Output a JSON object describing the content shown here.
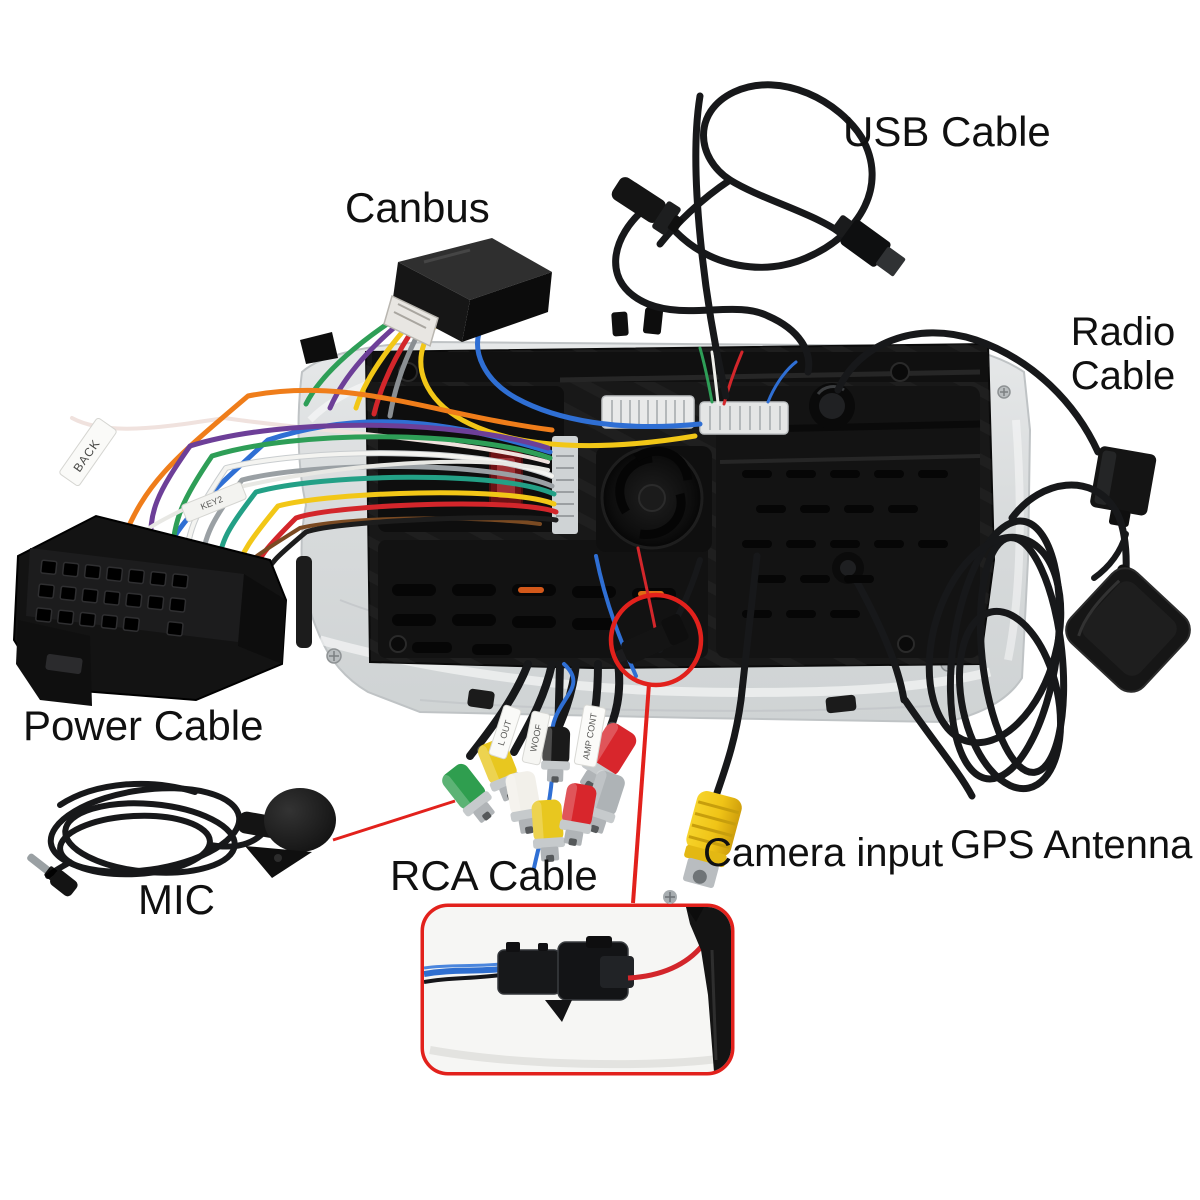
{
  "labels": {
    "usb_cable": "USB Cable",
    "canbus": "Canbus",
    "radio_cable_line1": "Radio",
    "radio_cable_line2": "Cable",
    "power_cable": "Power Cable",
    "mic": "MIC",
    "rca_cable": "RCA Cable",
    "camera_input": "Camera input",
    "gps_antenna": "GPS Antenna"
  },
  "wire_tags": {
    "back": "BACK",
    "key": "KEY2",
    "l_out": "L OUT",
    "woofer": "WOOF",
    "amp_cont": "AMP CONT"
  },
  "colors": {
    "background": "#ffffff",
    "label_text": "#101010",
    "annotation_red": "#e2211c",
    "camera_plug_yellow": "#f2c91d",
    "rca_green": "#2f9e4f",
    "rca_yellow": "#e8c71f",
    "rca_white": "#f2f0ea",
    "rca_red": "#d8262c",
    "wire_blue": "#2f6fd0",
    "chassis_black": "#181818",
    "mount_plate_gray": "#d9dcdd"
  }
}
